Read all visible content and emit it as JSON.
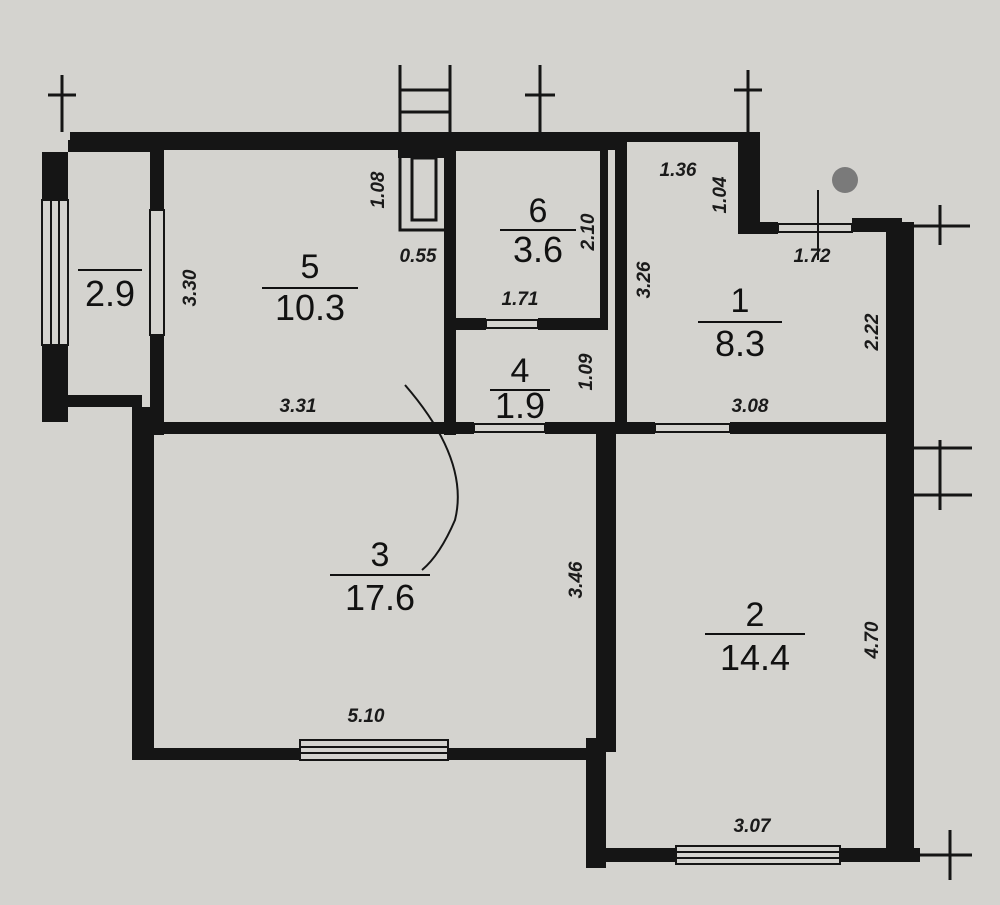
{
  "rooms": [
    {
      "id": "1",
      "number": "1",
      "area": "8.3"
    },
    {
      "id": "2",
      "number": "2",
      "area": "14.4"
    },
    {
      "id": "3",
      "number": "3",
      "area": "17.6"
    },
    {
      "id": "4",
      "number": "4",
      "area": "1.9"
    },
    {
      "id": "5",
      "number": "5",
      "area": "10.3"
    },
    {
      "id": "6",
      "number": "6",
      "area": "3.6"
    },
    {
      "id": "balcony",
      "number": "",
      "area": "2.9"
    }
  ],
  "dimensions": {
    "d1_08": "1.08",
    "d0_55": "0.55",
    "d2_10": "2.10",
    "d1_71": "1.71",
    "d3_30": "3.30",
    "d3_26": "3.26",
    "d1_36": "1.36",
    "d1_04": "1.04",
    "d1_72": "1.72",
    "d2_22": "2.22",
    "d1_09": "1.09",
    "d3_31": "3.31",
    "d3_08": "3.08",
    "d3_46": "3.46",
    "d4_70": "4.70",
    "d5_10": "5.10",
    "d3_07": "3.07"
  }
}
